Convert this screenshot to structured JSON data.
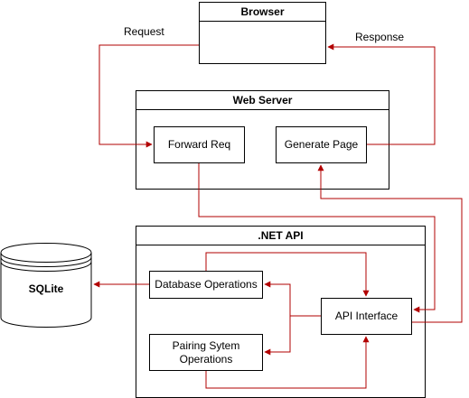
{
  "nodes": {
    "browser": "Browser",
    "web_server": "Web Server",
    "forward_req": "Forward Req",
    "generate_page": "Generate Page",
    "net_api": ".NET API",
    "database_operations": "Database Operations",
    "pairing_system_operations": "Pairing Sytem Operations",
    "api_interface": "API Interface",
    "sqlite": "SQLite"
  },
  "edge_labels": {
    "request": "Request",
    "response": "Response"
  },
  "colors": {
    "arrow": "#B20000",
    "border": "#000000"
  }
}
